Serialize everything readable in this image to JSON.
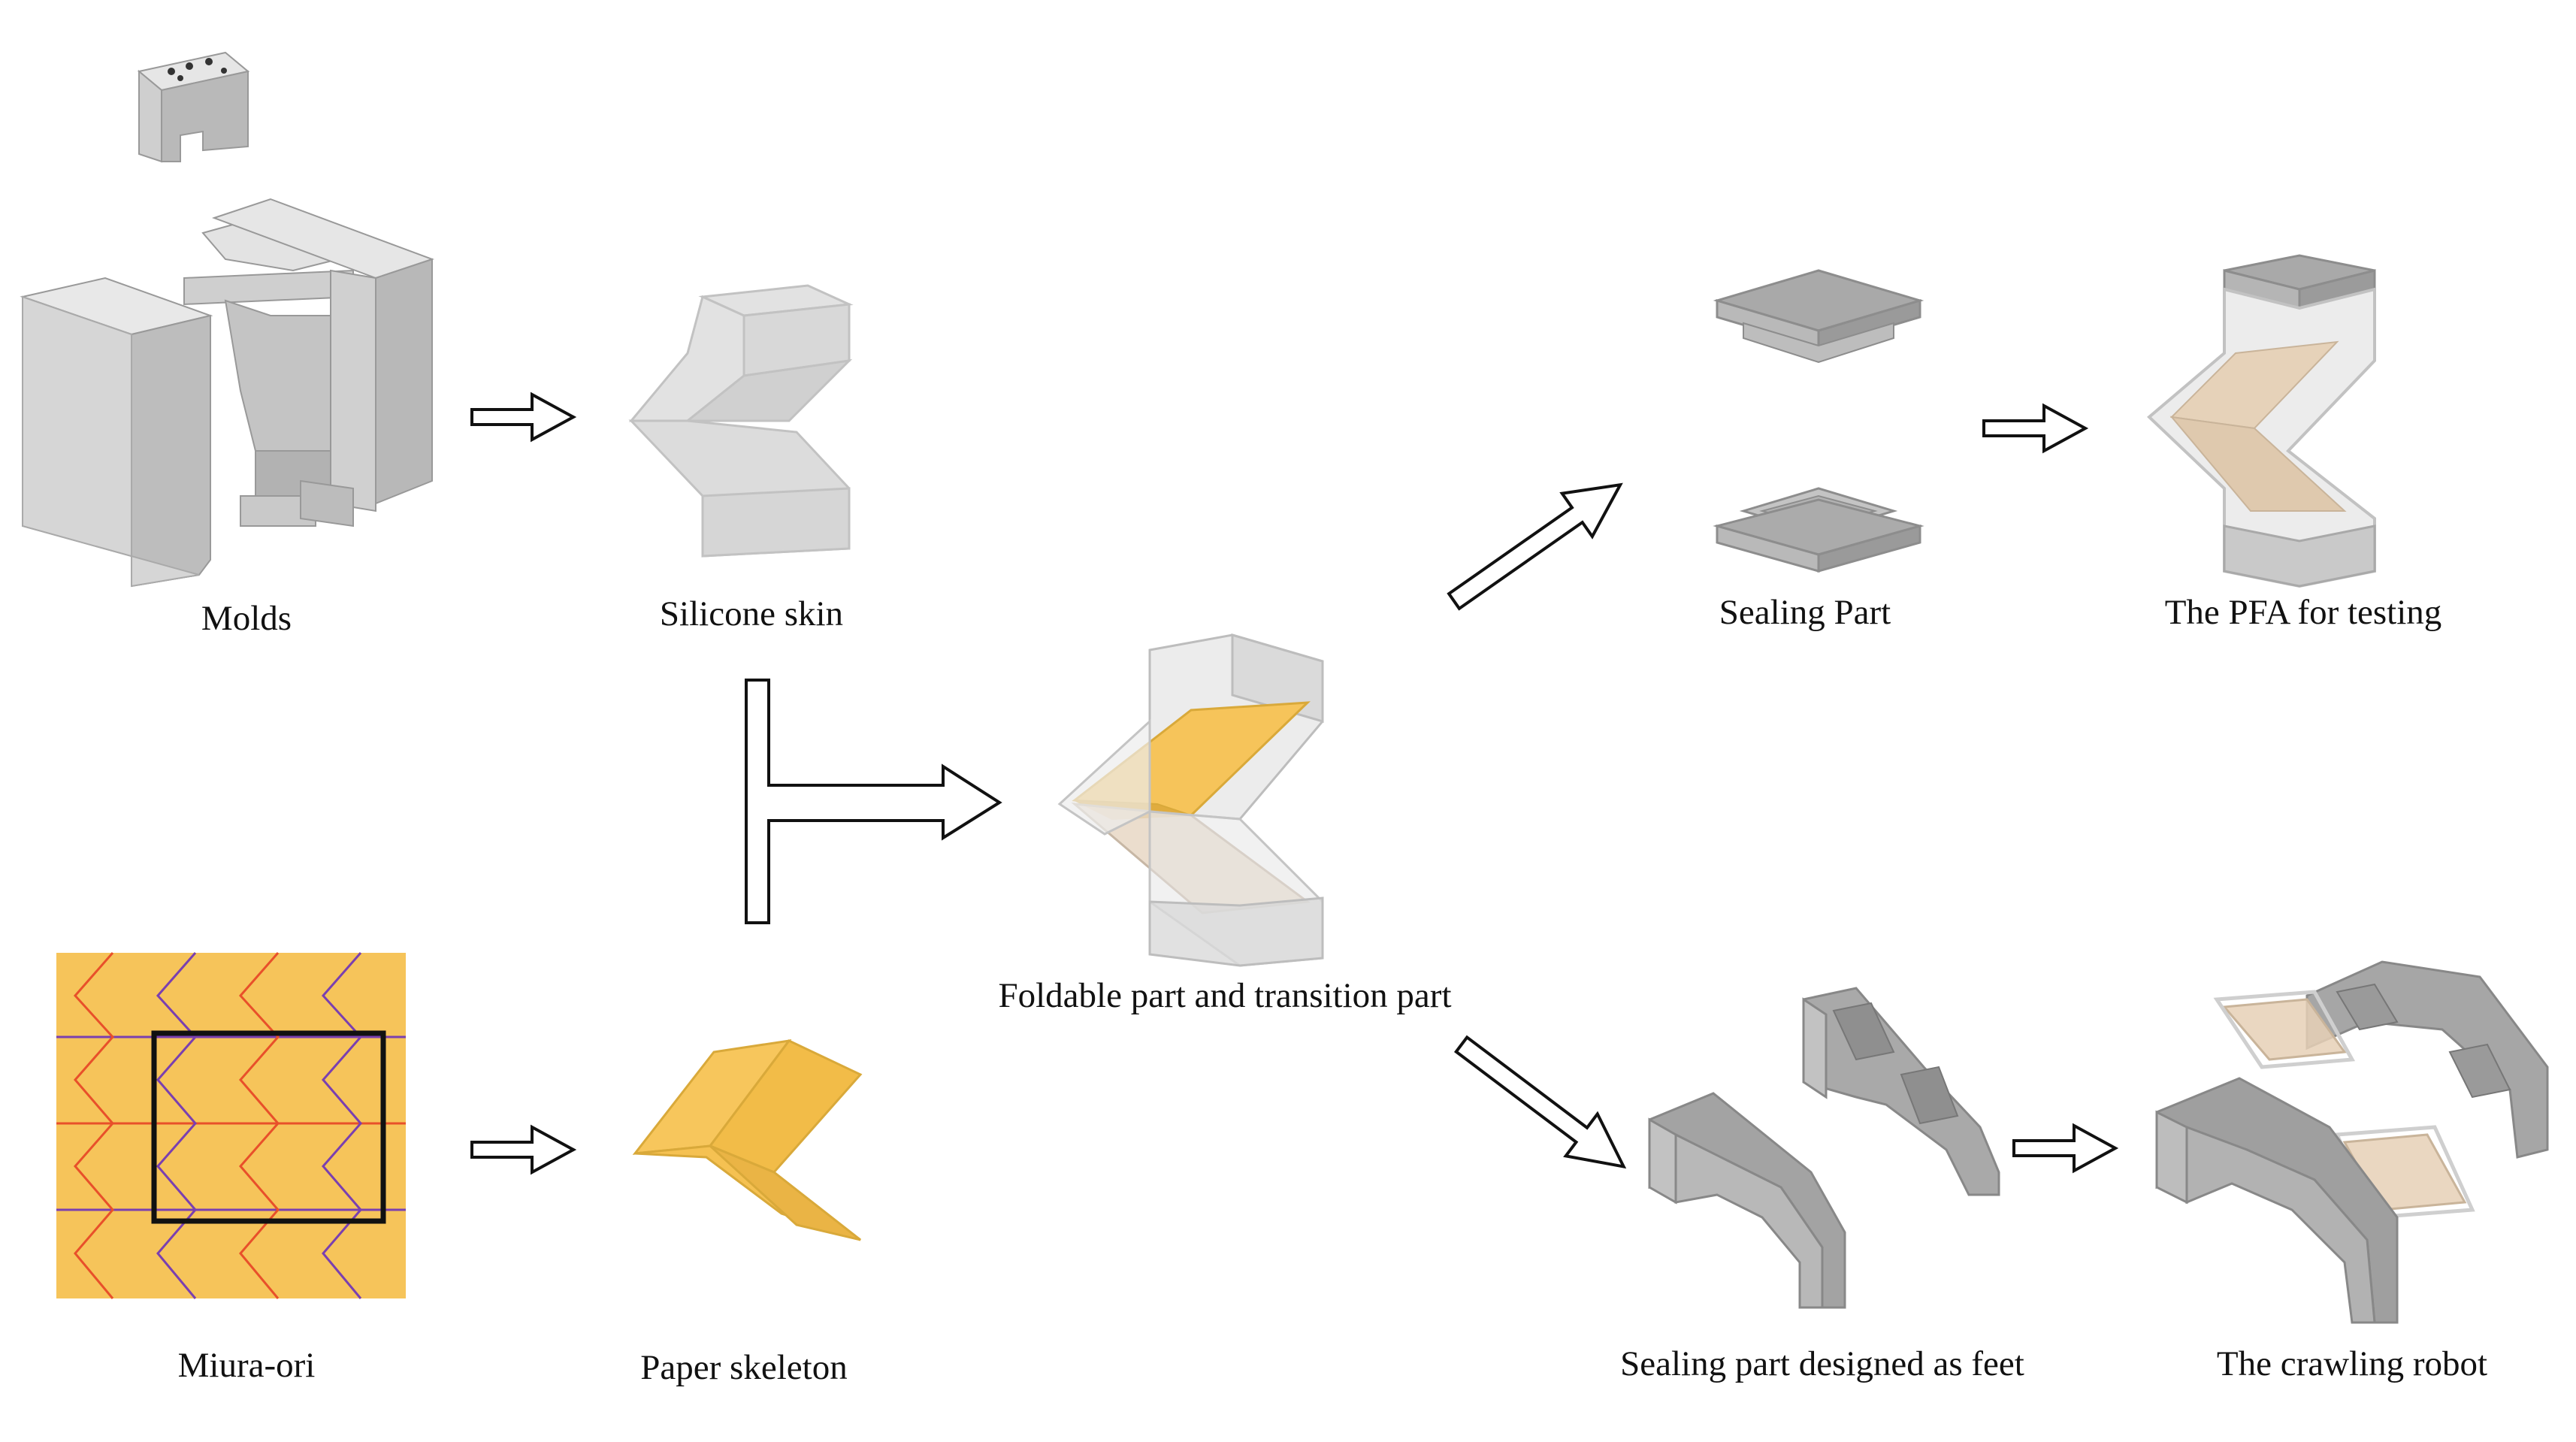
{
  "labels": {
    "molds": "Molds",
    "silicone_skin": "Silicone skin",
    "miura_ori": "Miura-ori",
    "paper_skeleton": "Paper skeleton",
    "foldable_part": "Foldable part and transition part",
    "sealing_part": "Sealing Part",
    "pfa_for_testing": "The PFA for testing",
    "sealing_feet": "Sealing part designed as feet",
    "crawling_robot": "The crawling robot"
  },
  "colors": {
    "paper_yellow": "#f6c45a",
    "paper_edge": "#d9a93a",
    "crease_red": "#e8502a",
    "crease_purple": "#7a3fb0",
    "mold_gray": "#cfcfcf",
    "sealing_gray": "#a9a9a9",
    "skin_gray": "#e2e2e2",
    "arrow_stroke": "#111111"
  },
  "icons": {
    "process_arrow": "hollow-arrow-icon",
    "merge_arrow": "t-junction-arrow-icon"
  }
}
